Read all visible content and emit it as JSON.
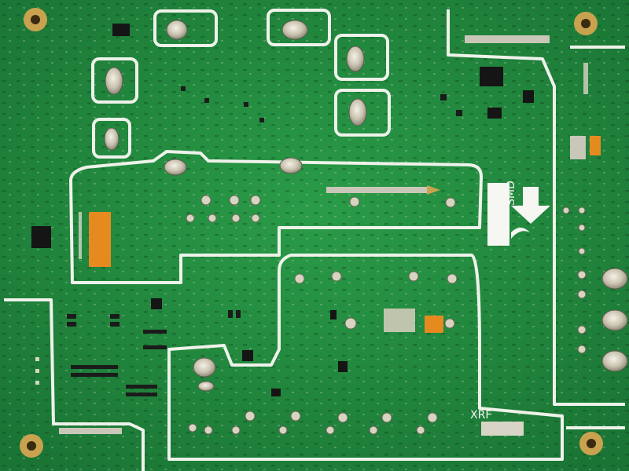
{
  "image": {
    "subject": "pcb-back-side",
    "board_color": "#23913f",
    "silkscreen_color": "#f2f5ef",
    "copper_color": "#c9a85a"
  },
  "silkscreen": {
    "smd_label": "SMD",
    "xrf_label": "XRF"
  }
}
